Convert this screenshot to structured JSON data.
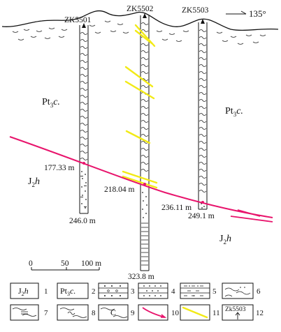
{
  "boreholes": [
    {
      "name": "ZK5501",
      "depth": "246.0 m",
      "contact": "177.33 m"
    },
    {
      "name": "ZK5502",
      "depth": "323.8 m",
      "contact": "218.04 m"
    },
    {
      "name": "ZK5503",
      "depth": "249.1 m",
      "contact": "236.11 m"
    }
  ],
  "orientation": {
    "label": "135°"
  },
  "units": {
    "upper_left": {
      "main": "Pt",
      "sub": "3",
      "suffix": "c."
    },
    "upper_right": {
      "main": "Pt",
      "sub": "3",
      "suffix": "c."
    },
    "lower_left": {
      "main": "J",
      "sub": "2",
      "suffix": "h"
    },
    "lower_right": {
      "main": "J",
      "sub": "2",
      "suffix": "h"
    }
  },
  "scale": {
    "ticks": [
      "0",
      "50",
      "100 m"
    ]
  },
  "legend": [
    {
      "num": "1",
      "text_main": "J",
      "text_sub": "2",
      "text_suffix": "h",
      "pattern": "text"
    },
    {
      "num": "2",
      "text_main": "Pt",
      "text_sub": "3",
      "text_suffix": "c.",
      "pattern": "text"
    },
    {
      "num": "3",
      "pattern": "conglomerate"
    },
    {
      "num": "4",
      "pattern": "sandstone"
    },
    {
      "num": "5",
      "pattern": "siltstone"
    },
    {
      "num": "6",
      "pattern": "schist"
    },
    {
      "num": "7",
      "pattern": "phyllite"
    },
    {
      "num": "8",
      "pattern": "slate"
    },
    {
      "num": "9",
      "text_main": "C",
      "pattern": "carbonaceous"
    },
    {
      "num": "10",
      "pattern": "fault"
    },
    {
      "num": "11",
      "pattern": "vein"
    },
    {
      "num": "12",
      "text_main": "Zk5503",
      "pattern": "borehole"
    }
  ],
  "colors": {
    "fault": "#e8146c",
    "vein": "#f2ea17",
    "line": "#111111"
  }
}
